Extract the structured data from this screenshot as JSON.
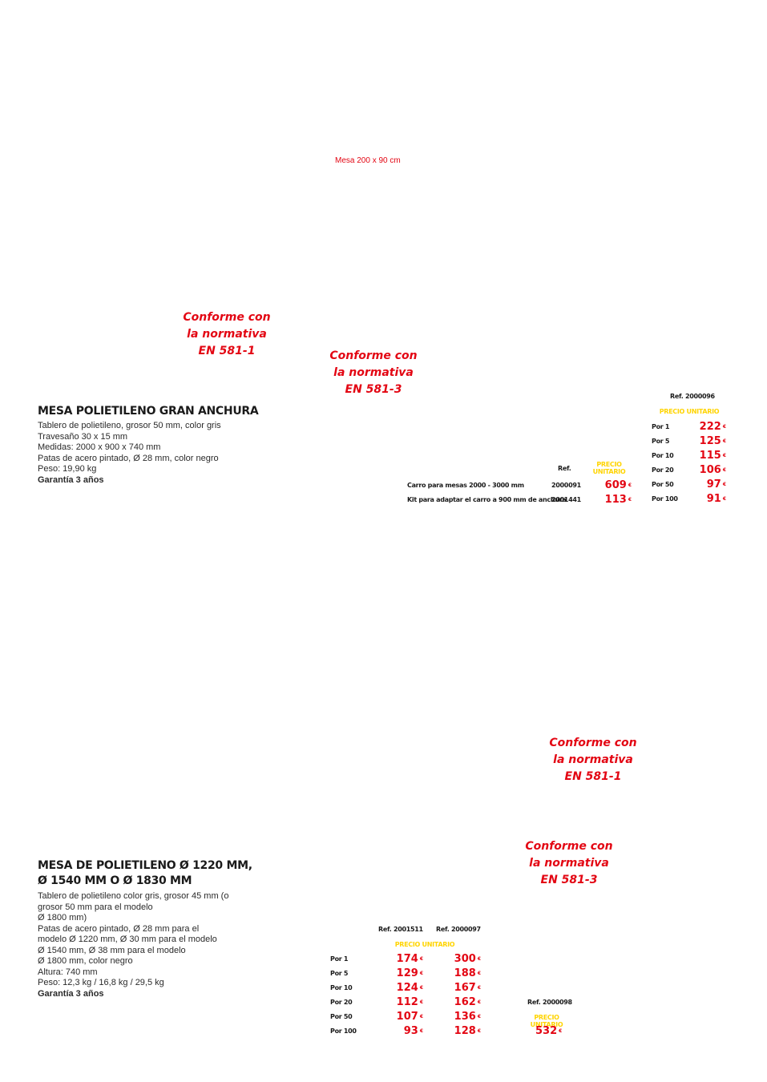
{
  "caption": "Mesa 200 x 90 cm",
  "badges": {
    "en5811": [
      "Conforme con",
      "la normativa",
      "EN 581-1"
    ],
    "en5813": [
      "Conforme con",
      "la normativa",
      "EN 581-3"
    ]
  },
  "product1": {
    "title": "MESA POLIETILENO GRAN ANCHURA",
    "lines": [
      "Tablero de polietileno, grosor 50 mm, color gris",
      "Travesaño 30 x 15 mm",
      "Medidas: 2000 x 900 x 740 mm",
      "Patas de acero pintado, Ø 28 mm, color negro",
      "Peso: 19,90 kg"
    ],
    "warranty": "Garantía 3 años"
  },
  "accessories": {
    "ref_header": "Ref.",
    "price_header": [
      "PRECIO",
      "UNITARIO"
    ],
    "items": [
      {
        "name": "Carro para mesas 2000 - 3000 mm",
        "ref": "2000091",
        "price": "609"
      },
      {
        "name": "Kit para adaptar el carro a 900 mm de anchura",
        "ref": "2001441",
        "price": "113"
      }
    ]
  },
  "table1": {
    "ref": "Ref. 2000096",
    "price_label": "PRECIO UNITARIO",
    "rows": [
      {
        "qty": "Por 1",
        "price": "222"
      },
      {
        "qty": "Por 5",
        "price": "125"
      },
      {
        "qty": "Por 10",
        "price": "115"
      },
      {
        "qty": "Por 20",
        "price": "106"
      },
      {
        "qty": "Por 50",
        "price": "97"
      },
      {
        "qty": "Por 100",
        "price": "91"
      }
    ]
  },
  "product2": {
    "title": [
      "MESA DE POLIETILENO Ø 1220 MM,",
      "Ø 1540 MM O Ø 1830 MM"
    ],
    "lines": [
      "Tablero de polietileno color gris, grosor 45 mm (o",
      "grosor 50 mm para el modelo",
      "Ø 1800 mm)",
      "Patas de acero pintado, Ø 28 mm para el",
      "modelo Ø 1220 mm, Ø 30 mm para el modelo",
      "Ø 1540 mm, Ø 38 mm para el modelo",
      "Ø 1800 mm, color negro",
      "Altura: 740 mm",
      "Peso: 12,3 kg / 16,8 kg / 29,5 kg"
    ],
    "warranty": "Garantía 3 años"
  },
  "table2": {
    "ref_a": "Ref. 2001511",
    "ref_b": "Ref. 2000097",
    "price_label": "PRECIO UNITARIO",
    "rows": [
      {
        "qty": "Por 1",
        "a": "174",
        "b": "300"
      },
      {
        "qty": "Por 5",
        "a": "129",
        "b": "188"
      },
      {
        "qty": "Por 10",
        "a": "124",
        "b": "167"
      },
      {
        "qty": "Por 20",
        "a": "112",
        "b": "162"
      },
      {
        "qty": "Por 50",
        "a": "107",
        "b": "136"
      },
      {
        "qty": "Por 100",
        "a": "93",
        "b": "128"
      }
    ]
  },
  "table3": {
    "ref": "Ref. 2000098",
    "price_label": "PRECIO UNITARIO",
    "price": "532"
  },
  "currency": "€"
}
